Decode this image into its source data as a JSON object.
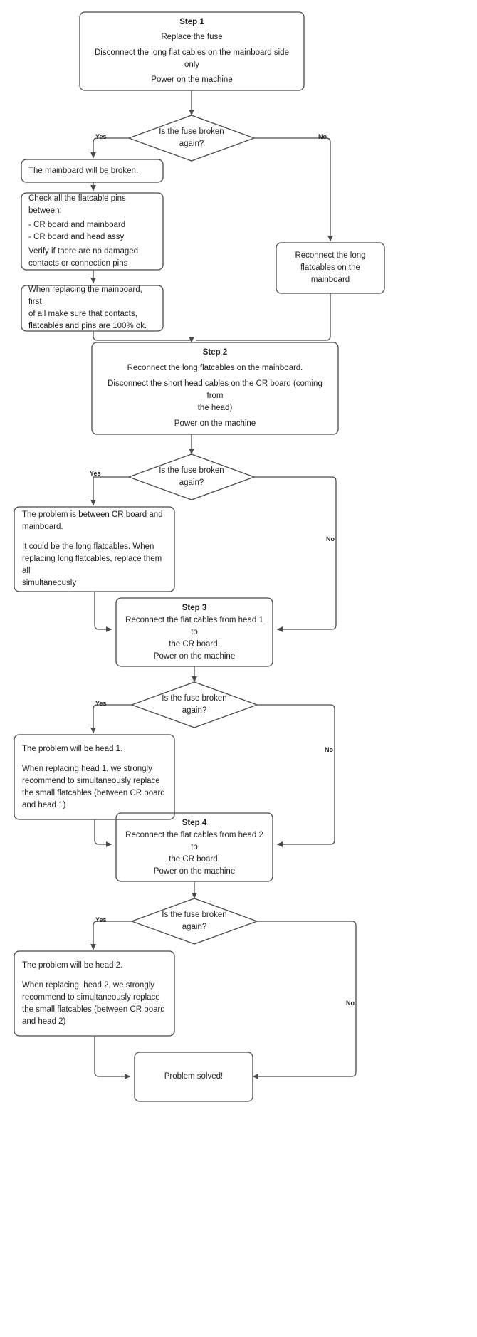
{
  "diagram": {
    "title": "Fuse troubleshooting flowchart",
    "stroke_color": "#4a4a4a",
    "text_color": "#1f1f1f",
    "fill_color": "#ffffff"
  },
  "labels": {
    "yes": "Yes",
    "no": "No"
  },
  "nodes": {
    "step1": {
      "heading": "Step 1",
      "line1": "Replace the fuse",
      "line2": "Disconnect the long flat cables on the mainboard side only",
      "line3": "Power on the machine"
    },
    "decision1": {
      "line1": "Is the fuse broken",
      "line2": "again?"
    },
    "mainboard_broken": {
      "line1": "The mainboard will be broken."
    },
    "check_pins": {
      "line1": "Check all the flatcable pins between:",
      "line2": "- CR board and mainboard",
      "line3": "- CR board and head assy",
      "line4": "Verify if there are no damaged",
      "line5": "contacts or connection pins"
    },
    "replacing_mainboard": {
      "line1": "When replacing the mainboard, first",
      "line2": "of all make sure that contacts,",
      "line3": "flatcables and pins are 100% ok."
    },
    "reconnect_long": {
      "line1": "Reconnect the long",
      "line2": "flatcables on the mainboard"
    },
    "step2": {
      "heading": "Step 2",
      "line1": "Reconnect the long flatcables on the mainboard.",
      "line2": "Disconnect the short head cables on the CR board (coming from",
      "line3": "the head)",
      "line4": "Power on the machine"
    },
    "decision2": {
      "line1": "Is the fuse broken",
      "line2": "again?"
    },
    "problem_cr_mainboard": {
      "line1": "The problem is between CR board and",
      "line2": "mainboard.",
      "line3": "It could be the long flatcables. When",
      "line4": "replacing long flatcables, replace them all",
      "line5": "simultaneously"
    },
    "step3": {
      "heading": "Step 3",
      "line1": "Reconnect the flat cables from head 1 to",
      "line2": "the CR board.",
      "line3": "Power on the machine"
    },
    "decision3": {
      "line1": "Is the fuse broken",
      "line2": "again?"
    },
    "problem_head1": {
      "line1": "The problem will be head 1.",
      "line2": "When replacing head 1, we strongly",
      "line3": "recommend to simultaneously replace",
      "line4": "the small flatcables (between CR board",
      "line5": "and head 1)"
    },
    "step4": {
      "heading": "Step 4",
      "line1": "Reconnect the flat cables from head 2 to",
      "line2": "the CR board.",
      "line3": "Power on the machine"
    },
    "decision4": {
      "line1": "Is the fuse broken",
      "line2": "again?"
    },
    "problem_head2": {
      "line1": "The problem will be head 2.",
      "line2": "When replacing  head 2, we strongly",
      "line3": "recommend to simultaneously replace",
      "line4": "the small flatcables (between CR board",
      "line5": "and head 2)"
    },
    "problem_solved": {
      "line1": "Problem solved!"
    }
  },
  "edge_labels": {
    "d1_yes": "Yes",
    "d1_no": "No",
    "d2_yes": "Yes",
    "d2_no": "No",
    "d3_yes": "Yes",
    "d3_no": "No",
    "d4_yes": "Yes",
    "d4_no": "No"
  }
}
